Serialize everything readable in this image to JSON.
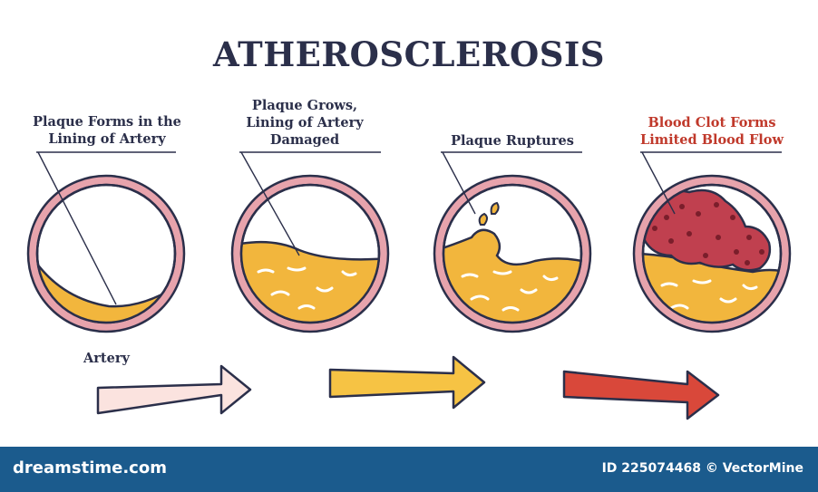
{
  "title": "ATHEROSCLEROSIS",
  "stages": [
    {
      "lines": [
        "Plaque Forms in the",
        "Lining of Artery"
      ],
      "color": "#2b2f4a"
    },
    {
      "lines": [
        "Plaque Grows,",
        "Lining of Artery",
        "Damaged"
      ],
      "color": "#2b2f4a"
    },
    {
      "lines": [
        "Plaque Ruptures"
      ],
      "color": "#2b2f4a"
    },
    {
      "lines": [
        "Blood Clot Forms",
        "Limited Blood Flow"
      ],
      "color": "#c0392b"
    }
  ],
  "artery_label": "Artery",
  "footer": {
    "brand": "dreamstime.com",
    "id_text": "ID 225074468 © VectorMine"
  },
  "colors": {
    "artery_wall": "#e7a3ac",
    "plaque": "#f2b63d",
    "clot": "#c0404f",
    "arrow_light": "#fbe3df",
    "arrow_yellow": "#f6c344",
    "arrow_red": "#d9483a",
    "footer_bg": "#1b5b8d"
  }
}
